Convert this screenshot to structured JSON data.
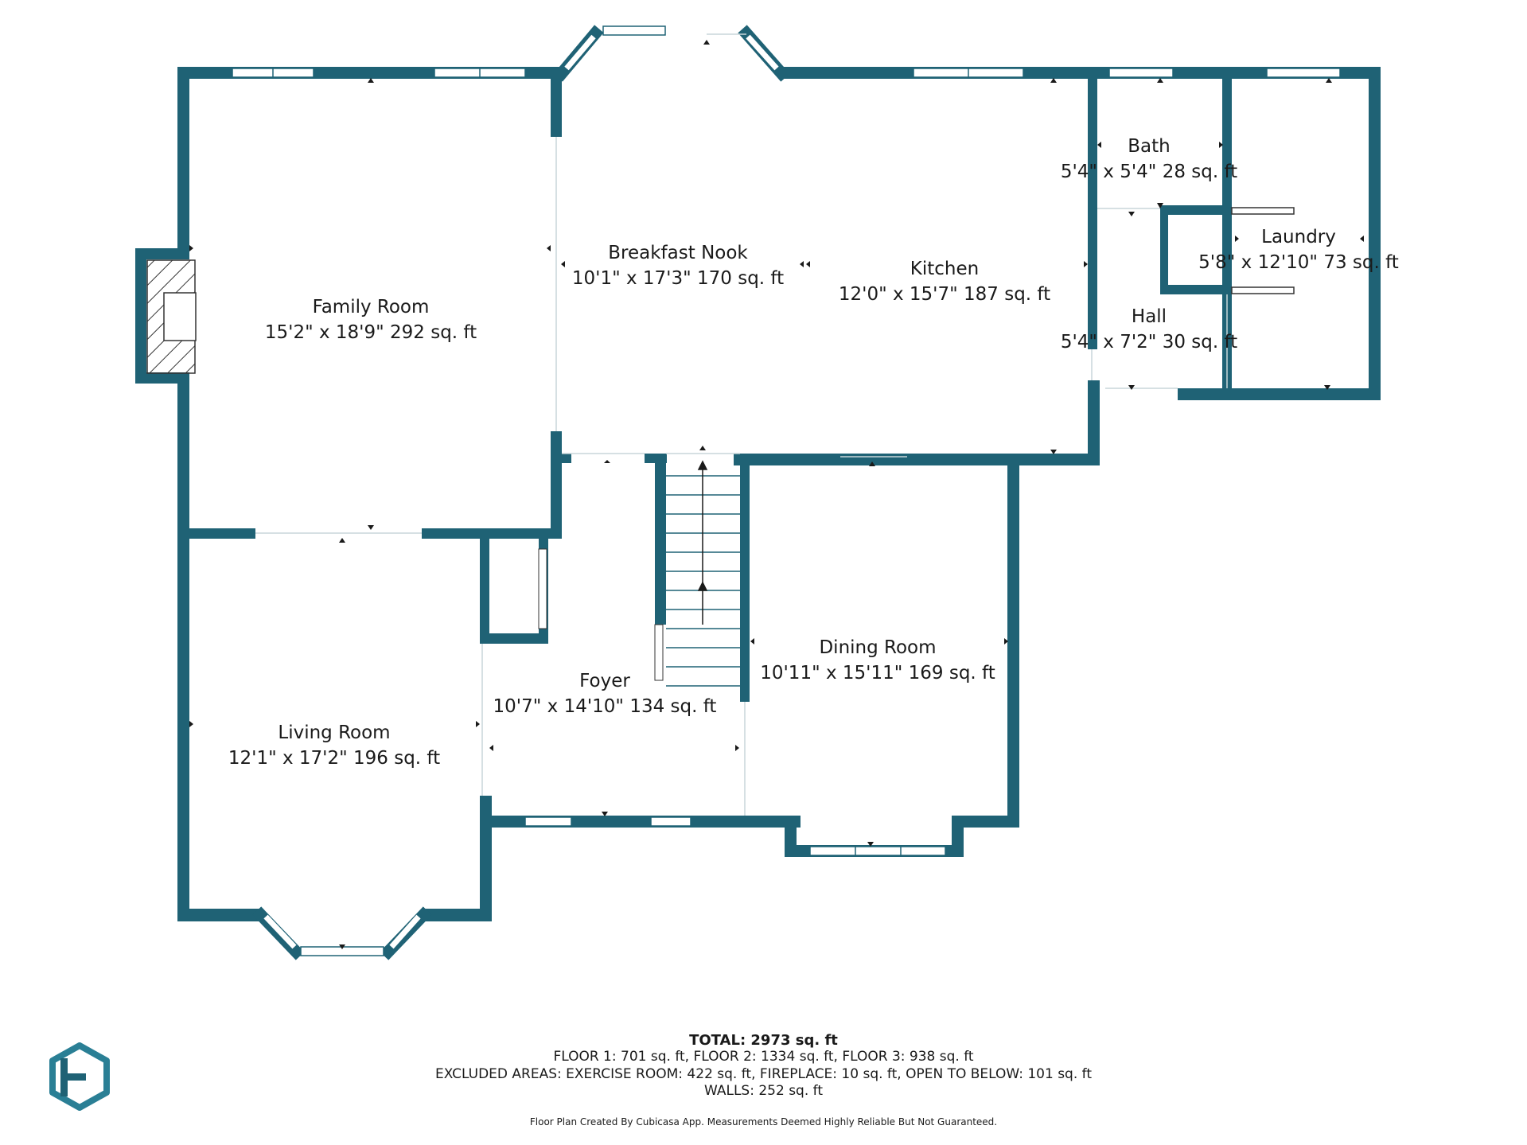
{
  "rooms": {
    "family": {
      "name": "Family Room",
      "dims": "15'2\" x 18'9\" 292 sq. ft"
    },
    "breakfast": {
      "name": "Breakfast Nook",
      "dims": "10'1\" x 17'3\" 170 sq. ft"
    },
    "kitchen": {
      "name": "Kitchen",
      "dims": "12'0\" x 15'7\" 187 sq. ft"
    },
    "bath": {
      "name": "Bath",
      "dims": "5'4\" x 5'4\" 28 sq. ft"
    },
    "laundry": {
      "name": "Laundry",
      "dims": "5'8\" x 12'10\" 73 sq. ft"
    },
    "hall": {
      "name": "Hall",
      "dims": "5'4\" x 7'2\" 30 sq. ft"
    },
    "living": {
      "name": "Living Room",
      "dims": "12'1\" x 17'2\" 196 sq. ft"
    },
    "foyer": {
      "name": "Foyer",
      "dims": "10'7\" x 14'10\" 134 sq. ft"
    },
    "dining": {
      "name": "Dining Room",
      "dims": "10'11\" x 15'11\" 169 sq. ft"
    }
  },
  "summary": {
    "total": "TOTAL: 2973 sq. ft",
    "floors": "FLOOR 1: 701 sq. ft, FLOOR 2: 1334 sq. ft, FLOOR 3: 938 sq. ft",
    "excluded": "EXCLUDED AREAS: EXERCISE ROOM: 422 sq. ft, FIREPLACE: 10 sq. ft, OPEN TO BELOW: 101 sq. ft",
    "walls": "WALLS: 252 sq. ft",
    "credit": "Floor Plan Created By Cubicasa App. Measurements Deemed Highly Reliable But Not Guaranteed."
  },
  "colors": {
    "wall": "#1f6275",
    "background": "#ffffff",
    "text": "#1a1a1a"
  },
  "icons": {
    "logo": "house-h-logo-icon"
  }
}
